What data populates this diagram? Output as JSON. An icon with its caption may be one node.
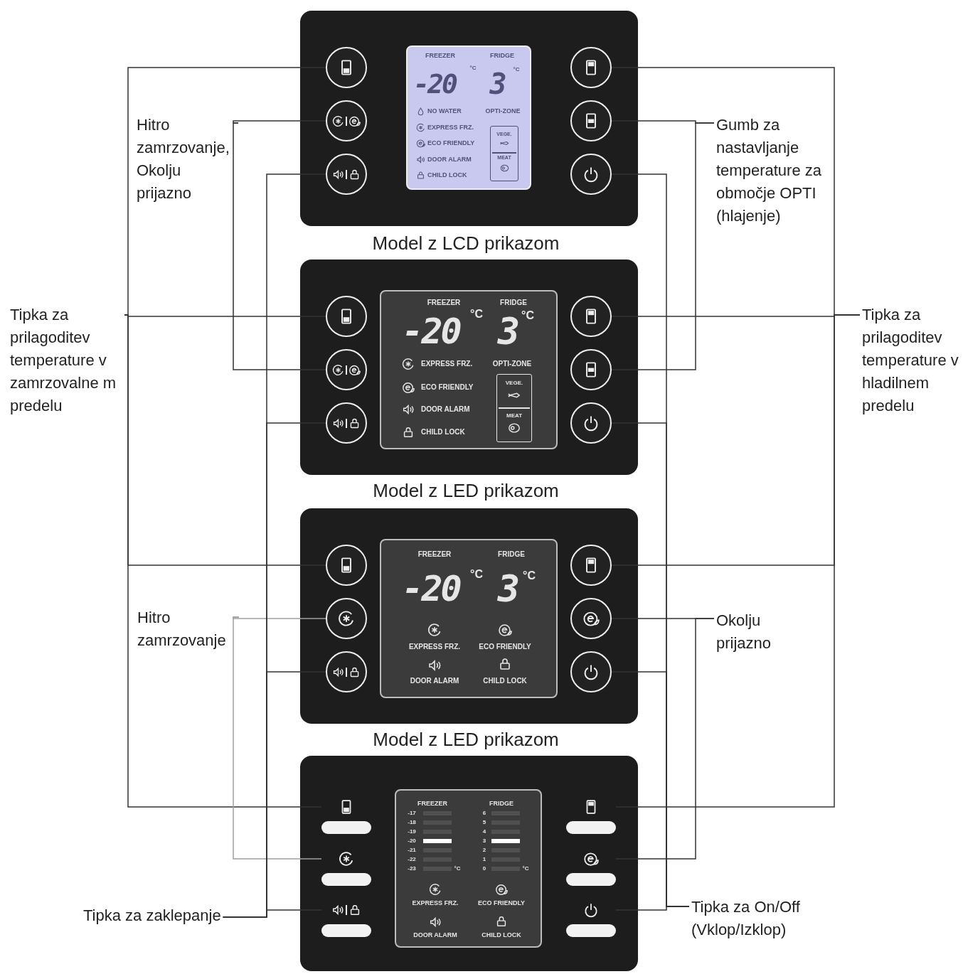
{
  "diagram": {
    "nodes": [
      {
        "text": [
          "Hitro zamrzovanje, Okolju prijazno"
        ]
      },
      {
        "text": [
          "Gumb za nastavljanje temperature za območje OPTI (hlajenje)"
        ]
      },
      {
        "text": [
          "Tipka za prilagoditev temperature v zamrzovalne m predelu"
        ]
      },
      {
        "text": [
          "Tipka za prilagoditev temperature v hladilnem predelu"
        ]
      },
      {
        "text": [
          "Hitro zamrzovanje"
        ]
      },
      {
        "text": [
          "Okolju prijazno"
        ]
      },
      {
        "text": [
          "Tipka za zaklepanje"
        ]
      },
      {
        "text": [
          "Tipka za On/Off (Vklop/Izklop)"
        ]
      },
      {
        "text": [],
        "shape": "circle"
      },
      {
        "text": [],
        "shape": "circle"
      },
      {
        "text": [],
        "shape": "circle"
      },
      {
        "text": [],
        "shape": "circle"
      },
      {
        "text": [],
        "shape": "circle"
      },
      {
        "text": [],
        "shape": "circle"
      },
      {
        "text": [],
        "shape": "circle"
      },
      {
        "text": [],
        "shape": "circle"
      },
      {
        "text": [],
        "shape": "circle"
      },
      {
        "text": [],
        "shape": "circle"
      },
      {
        "text": [],
        "shape": "circle"
      },
      {
        "text": [],
        "shape": "circle"
      },
      {
        "text": [],
        "shape": "circle"
      },
      {
        "text": [],
        "shape": "circle"
      },
      {
        "text": [],
        "shape": "circle"
      },
      {
        "text": [],
        "shape": "circle"
      },
      {
        "text": [],
        "shape": "circle"
      },
      {
        "text": [],
        "shape": "circle"
      },
      {
        "text": [],
        "shape": "button"
      },
      {
        "text": [],
        "shape": "button"
      },
      {
        "text": [],
        "shape": "button"
      },
      {
        "text": [],
        "shape": "button"
      },
      {
        "text": [],
        "shape": "button"
      },
      {
        "text": [],
        "shape": "button"
      }
    ],
    "edges": [
      {
        "from": 0,
        "to": 10,
        "arrow": "none"
      },
      {
        "from": 0,
        "to": 16,
        "arrow": "none"
      },
      {
        "from": 1,
        "to": 11,
        "arrow": "none"
      },
      {
        "from": 1,
        "to": 17,
        "arrow": "none"
      },
      {
        "from": 2,
        "to": 8,
        "arrow": "none"
      },
      {
        "from": 2,
        "to": 14,
        "arrow": "none"
      },
      {
        "from": 2,
        "to": 20,
        "arrow": "none"
      },
      {
        "from": 2,
        "to": 26,
        "arrow": "none"
      },
      {
        "from": 3,
        "to": 9,
        "arrow": "none"
      },
      {
        "from": 3,
        "to": 15,
        "arrow": "none"
      },
      {
        "from": 3,
        "to": 21,
        "arrow": "none"
      },
      {
        "from": 3,
        "to": 27,
        "arrow": "none"
      },
      {
        "from": 4,
        "to": 22,
        "arrow": "none",
        "color": "#a0a0a0"
      },
      {
        "from": 4,
        "to": 28,
        "arrow": "none",
        "color": "#a0a0a0"
      },
      {
        "from": 5,
        "to": 23,
        "arrow": "none"
      },
      {
        "from": 5,
        "to": 29,
        "arrow": "none"
      },
      {
        "from": 6,
        "to": 12,
        "arrow": "none"
      },
      {
        "from": 6,
        "to": 18,
        "arrow": "none"
      },
      {
        "from": 6,
        "to": 24,
        "arrow": "none"
      },
      {
        "from": 6,
        "to": 30,
        "arrow": "none"
      },
      {
        "from": 7,
        "to": 13,
        "arrow": "none"
      },
      {
        "from": 7,
        "to": 19,
        "arrow": "none"
      },
      {
        "from": 7,
        "to": 25,
        "arrow": "none"
      },
      {
        "from": 7,
        "to": 31,
        "arrow": "none"
      }
    ],
    "labels": [
      "FREEZER",
      "FRIDGE",
      "-20",
      "°C",
      "3",
      "°C",
      "NO WATER",
      "OPTI-ZONE",
      "EXPRESS FRZ.",
      "ECO FRIENDLY",
      "VEGE.",
      "DOOR ALARM",
      "MEAT",
      "CHILD LOCK",
      "Model z LCD prikazom",
      "FREEZER",
      "FRIDGE",
      "-20",
      "°C",
      "3",
      "°C",
      "EXPRESS FRZ.",
      "OPTI-ZONE",
      "ECO FRIENDLY",
      "VEGE.",
      "DOOR ALARM",
      "MEAT",
      "CHILD LOCK",
      "Model z LED prikazom",
      "FREEZER",
      "FRIDGE",
      "-20",
      "°C",
      "3",
      "°C",
      "EXPRESS FRZ.",
      "ECO FRIENDLY",
      "DOOR ALARM",
      "CHILD LOCK",
      "Model z LED prikazom",
      "FREEZER",
      "FRIDGE",
      "-17",
      "6",
      "-18",
      "5",
      "-19",
      "4",
      "-20",
      "3",
      "-21",
      "2",
      "-22",
      "1",
      "-23",
      "°C",
      "0",
      "°C",
      "EXPRESS FRZ.",
      "ECO FRIENDLY",
      "DOOR ALARM",
      "CHILD LOCK"
    ]
  }
}
